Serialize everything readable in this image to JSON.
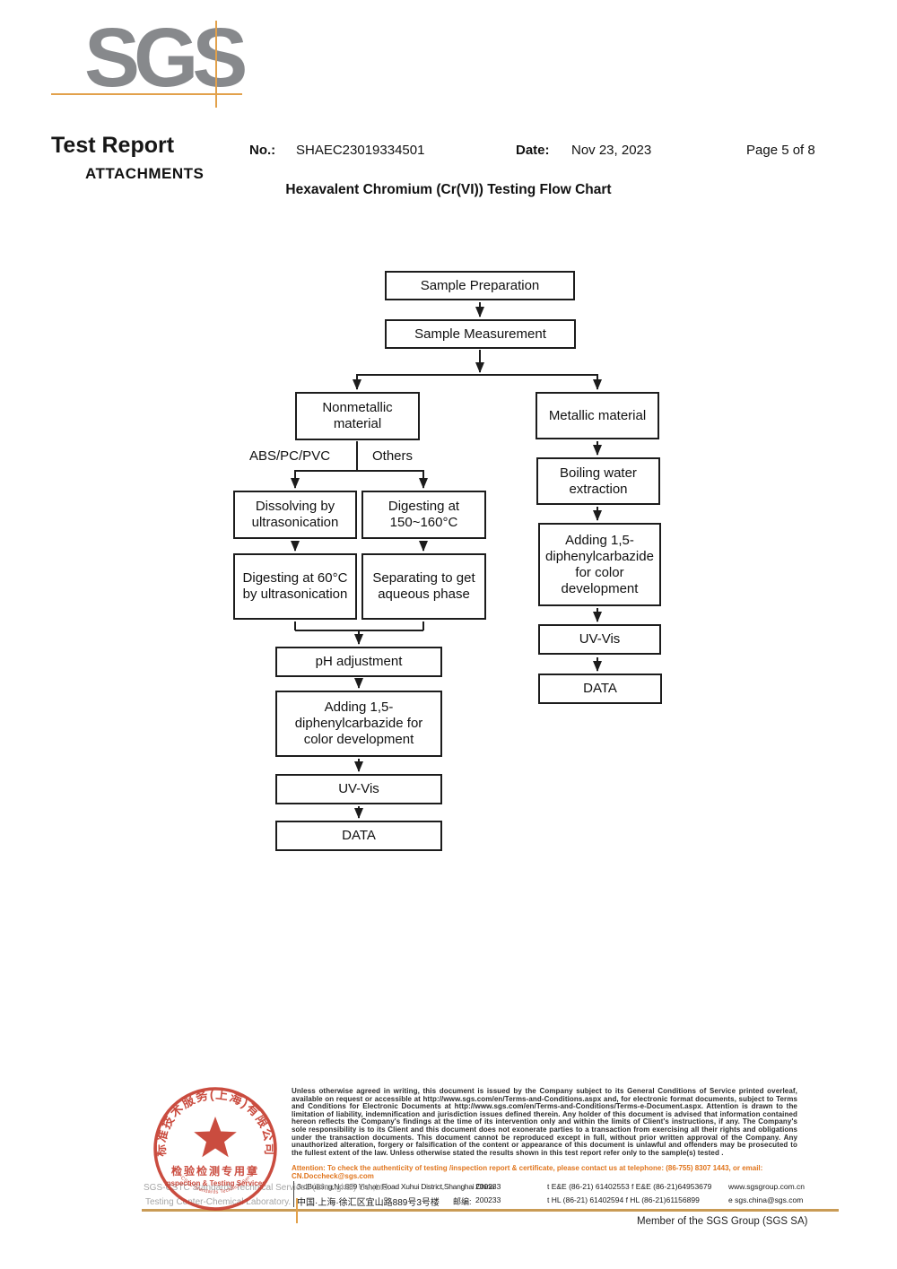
{
  "header": {
    "logo_text": "SGS",
    "report_title": "Test Report",
    "attachments_label": "ATTACHMENTS",
    "no_label": "No.:",
    "no_value": "SHAEC23019334501",
    "date_label": "Date:",
    "date_value": "Nov 23, 2023",
    "page_label": "Page 5 of 8",
    "flow_chart_title": "Hexavalent Chromium (Cr(VI)) Testing Flow Chart"
  },
  "flowchart": {
    "nodes": {
      "sample_preparation": "Sample Preparation",
      "sample_measurement": "Sample Measurement",
      "nonmetallic": "Nonmetallic material",
      "metallic": "Metallic material",
      "dissolving": "Dissolving by ultrasonication",
      "digesting_150": "Digesting at 150~160°C",
      "digesting_60": "Digesting at 60°C by ultrasonication",
      "separating": "Separating to get aqueous phase",
      "ph_adjustment": "pH adjustment",
      "adding_dpc_left": "Adding 1,5-diphenylcarbazide for color development",
      "uv_vis_left": "UV-Vis",
      "data_left": "DATA",
      "boiling_water": "Boiling water extraction",
      "adding_dpc_right": "Adding 1,5-diphenylcarbazide for color development",
      "uv_vis_right": "UV-Vis",
      "data_right": "DATA"
    },
    "branch_labels": {
      "abs": "ABS/PC/PVC",
      "others": "Others"
    }
  },
  "footer": {
    "legal_text": "Unless otherwise agreed in writing, this document is issued by the Company subject to its General Conditions of Service printed overleaf, available on request or accessible at http://www.sgs.com/en/Terms-and-Conditions.aspx and, for electronic format documents, subject to Terms and Conditions for Electronic Documents at http://www.sgs.com/en/Terms-and-Conditions/Terms-e-Document.aspx. Attention is drawn to the limitation of liability, indemnification and jurisdiction issues defined therein. Any holder of this document is advised that information contained hereon reflects the Company's findings at the time of its intervention only and within the limits of Client's instructions, if any. The Company's sole responsibility is to its Client and this document does not exonerate parties to a transaction from exercising all their rights and obligations under the transaction documents. This document cannot be reproduced except in full, without prior written approval of the Company. Any unauthorized alteration, forgery or falsification of the content or appearance of this document is unlawful and offenders may be prosecuted to the fullest extent of the law. Unless otherwise stated the results shown in this test report refer only to the sample(s) tested .",
    "attention_text": "Attention: To check the authenticity of testing /inspection report & certificate, please contact us at telephone: (86-755) 8307 1443, or email: CN.Doccheck@sgs.com",
    "company_line1": "SGS-CSTC Standards Technical Services (Shanghai) Co.,Ltd.",
    "company_line2": "Testing Center-Chemical Laboratory.",
    "stamp": {
      "arc_text": "标准技术服务(上海)有限公司",
      "bottom_arc_text": "SGS-CSTC Standards Technical Services",
      "line1": "检验检测专用章",
      "line2": "Inspection & Testing Services"
    },
    "address_en": "3rdBuilding,No.889 Yishan Road Xuhui District,Shanghai China",
    "postcode_en": "200233",
    "phone_en": "t E&E (86-21) 61402553   f E&E (86-21)64953679",
    "web_en": "www.sgsgroup.com.cn",
    "address_cn": "中国·上海·徐汇区宜山路889号3号楼",
    "postcode_cn_label": "邮编:",
    "postcode_cn": "200233",
    "phone_cn": "t HL (86-21) 61402594   f HL (86-21)61156899",
    "web_cn": "e sgs.china@sgs.com",
    "member_text": "Member of the SGS Group (SGS SA)",
    "colors": {
      "logo_gray": "#87898c",
      "accent_orange": "#e2a14b",
      "stamp_red": "#c5392b",
      "attention_orange": "#e0751d",
      "footer_line_tan": "#c99b55"
    }
  }
}
